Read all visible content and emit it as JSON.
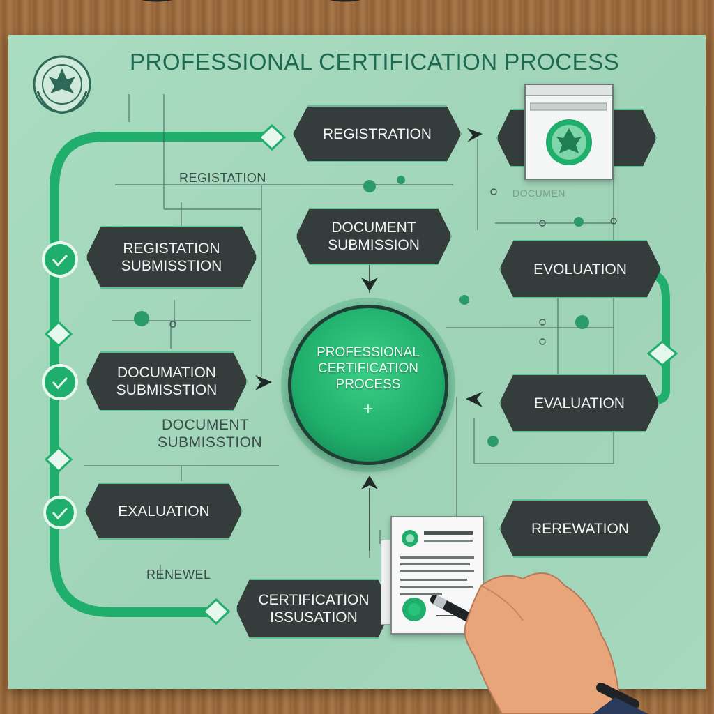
{
  "title": "PROFESSIONAL CERTIFICATION PROCESS",
  "center": {
    "text": "PROFESSIONAL\nCERTIFICATION\nPROCESS",
    "symbol": "+"
  },
  "steps": {
    "registration": "REGISTRATION",
    "document_submission": "DOCUMENT\nSUBMISSION",
    "registation_submission": "REGISTATION\nSUBMISSTION",
    "documation_submission": "DOCUMATION\nSUBMISSTION",
    "evaluation_left": "EXALUATION",
    "certification_issuance": "CERTIFICATION\nISSUSATION",
    "evolution": "EVOLUATION",
    "evaluation_right": "EVALUATION",
    "renewal": "REREWATION"
  },
  "labels": {
    "registation": "REGISTATION",
    "document": "DOCUMENT",
    "submission": "SUBMISSTION",
    "renewel": "RENEWEL",
    "documen_faint": "DOCUMEN"
  },
  "colors": {
    "accent_green": "#1fae6b",
    "board": "#a9dcc0",
    "node_dark": "#343d3c",
    "title_color": "#1f6b52"
  },
  "icons": [
    "leaf-emblem-icon",
    "checkmark-node-icon",
    "leaf-seal-icon",
    "pen-icon"
  ]
}
